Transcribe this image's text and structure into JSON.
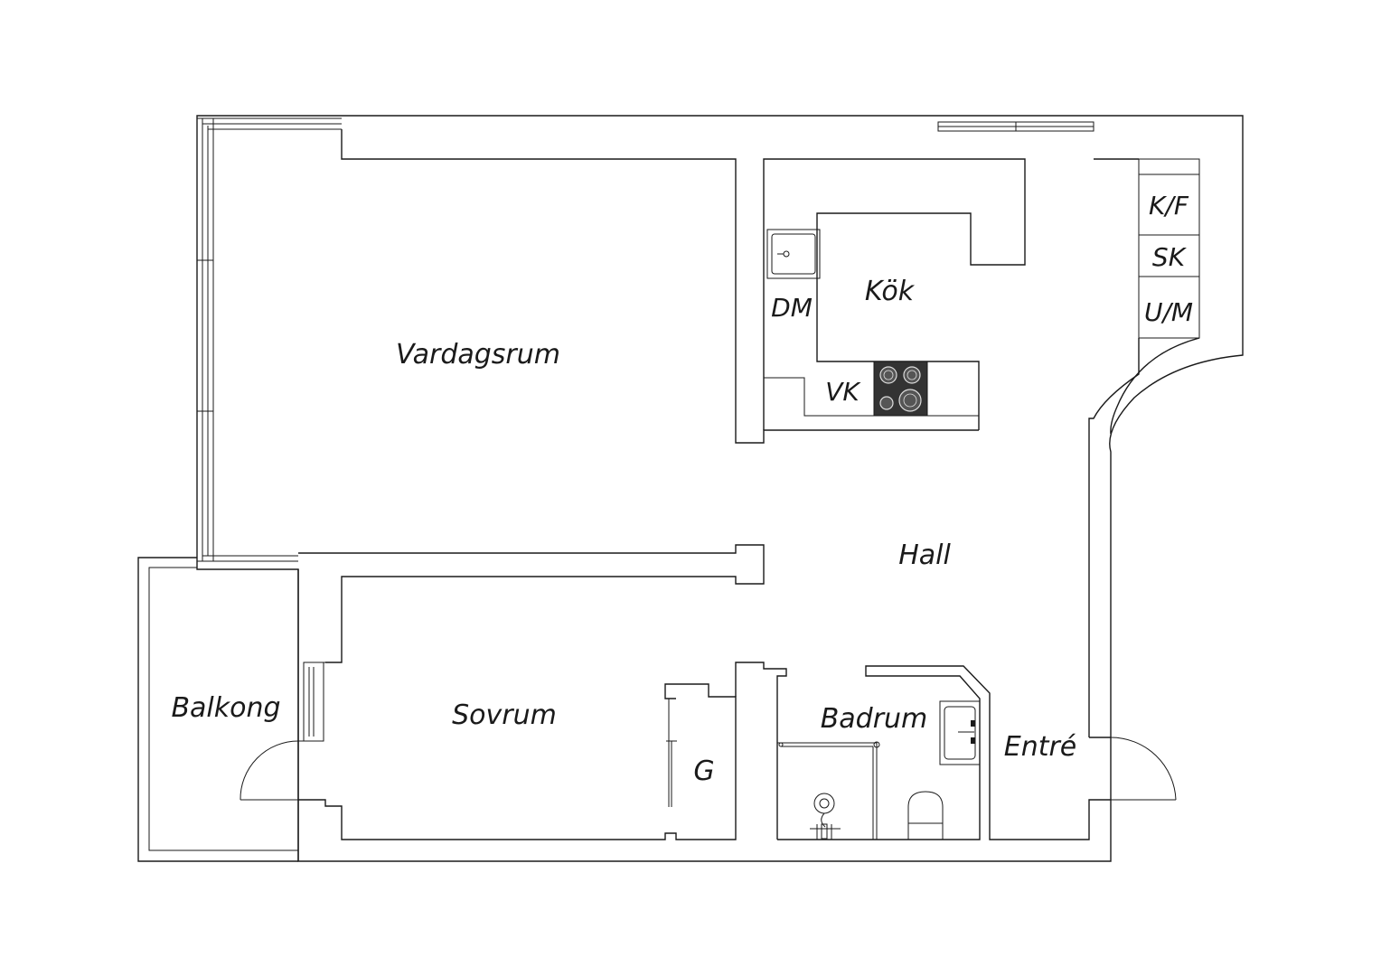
{
  "rooms": {
    "vardagsrum": "Vardagsrum",
    "kok": "Kök",
    "hall": "Hall",
    "sovrum": "Sovrum",
    "badrum": "Badrum",
    "balkong": "Balkong",
    "entre": "Entré",
    "garderob": "G"
  },
  "fixtures": {
    "dishwasher": "DM",
    "sink_unit": "VK",
    "fridge_freezer": "K/F",
    "cabinet": "SK",
    "oven_micro": "U/M"
  },
  "colors": {
    "line": "#1a1a1a",
    "background": "#ffffff",
    "stove": "#333333"
  }
}
